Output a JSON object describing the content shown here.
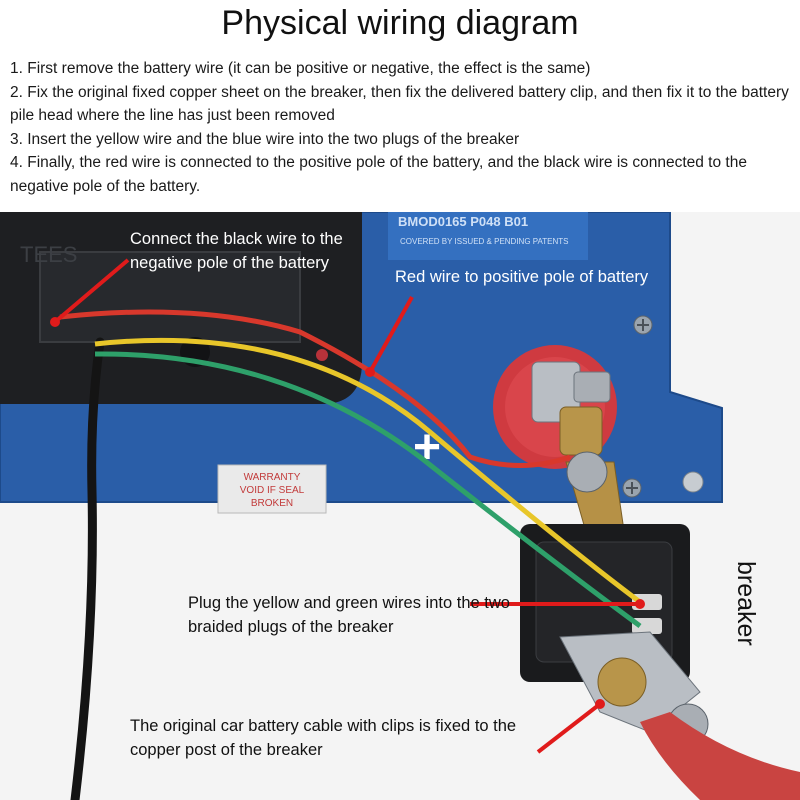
{
  "title": "Physical wiring diagram",
  "steps": [
    "1. First remove the battery wire (it can be positive or negative, the effect is the same)",
    "2. Fix the original fixed copper sheet on the breaker, then fix the delivered battery clip, and then fix it to the battery pile head where the line has just been removed",
    "3. Insert the yellow wire and the blue wire into the two plugs of the breaker",
    "4. Finally, the red wire is connected to the positive pole of the battery, and the black wire is connected to the negative pole of the battery."
  ],
  "callouts": {
    "black_wire": "Connect the black wire to the negative pole of the battery",
    "red_wire": "Red wire to positive pole of battery",
    "plugs": "Plug the yellow and green wires into the two braided plugs of the breaker",
    "cable": "The original car battery cable with clips is fixed to the copper post of the breaker"
  },
  "breaker_label": "breaker",
  "photo_text": {
    "plate_line1": "BMOD0165 P048 B01",
    "plate_line2": "COVERED BY ISSUED & PENDING PATENTS",
    "warranty_line1": "WARRANTY",
    "warranty_line2": "VOID IF SEAL",
    "warranty_line3": "BROKEN",
    "plus_sign": "+",
    "embossed": "TEES"
  },
  "colors": {
    "panel_blue": "#2a5ea8",
    "callout_line_red": "#e01b1b",
    "wire_red": "#d8382c",
    "wire_yellow": "#e8c62a",
    "wire_green": "#2ea06a",
    "wire_black": "#141414"
  }
}
